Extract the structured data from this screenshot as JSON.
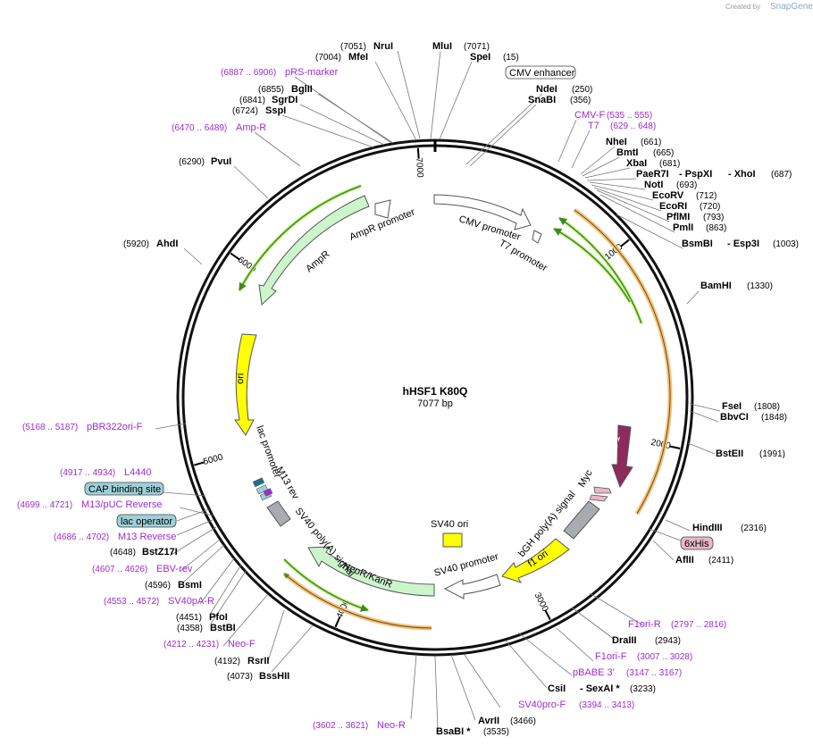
{
  "title": "hHSF1 K80Q",
  "length_label": "7077 bp",
  "watermark": {
    "prefix": "Created by",
    "brand": "SnapGene"
  },
  "ticks": [
    {
      "pos": 1000,
      "label": "1000"
    },
    {
      "pos": 2000,
      "label": "2000"
    },
    {
      "pos": 3000,
      "label": "3000"
    },
    {
      "pos": 4000,
      "label": "4000"
    },
    {
      "pos": 5000,
      "label": "5000"
    },
    {
      "pos": 6000,
      "label": "6000"
    },
    {
      "pos": 7000,
      "label": "7000"
    }
  ],
  "sites": [
    {
      "name": "NruI",
      "pos": "(7051)"
    },
    {
      "name": "MluI",
      "pos": "(7071)"
    },
    {
      "name": "MfeI",
      "pos": "(7004)"
    },
    {
      "name": "SpeI",
      "pos": "(15)"
    },
    {
      "name": "BglII",
      "pos": "(6855)"
    },
    {
      "name": "SgrDI",
      "pos": "(6841)"
    },
    {
      "name": "SspI",
      "pos": "(6724)"
    },
    {
      "name": "NdeI",
      "pos": "(250)"
    },
    {
      "name": "SnaBI",
      "pos": "(356)"
    },
    {
      "name": "PvuI",
      "pos": "(6290)"
    },
    {
      "name": "NheI",
      "pos": "(661)"
    },
    {
      "name": "BmtI",
      "pos": "(665)"
    },
    {
      "name": "XbaI",
      "pos": "(681)"
    },
    {
      "name": "PaeR7I",
      "pos": ""
    },
    {
      "name": "- PspXI",
      "pos": ""
    },
    {
      "name": "- XhoI",
      "pos": "(687)"
    },
    {
      "name": "NotI",
      "pos": "(693)"
    },
    {
      "name": "EcoRV",
      "pos": "(712)"
    },
    {
      "name": "EcoRI",
      "pos": "(720)"
    },
    {
      "name": "PflMI",
      "pos": "(793)"
    },
    {
      "name": "PmlI",
      "pos": "(863)"
    },
    {
      "name": "BsmBI",
      "pos": ""
    },
    {
      "name": "- Esp3I",
      "pos": "(1003)"
    },
    {
      "name": "AhdI",
      "pos": "(5920)"
    },
    {
      "name": "BamHI",
      "pos": "(1330)"
    },
    {
      "name": "FseI",
      "pos": "(1808)"
    },
    {
      "name": "BbvCI",
      "pos": "(1848)"
    },
    {
      "name": "BstEII",
      "pos": "(1991)"
    },
    {
      "name": "HindIII",
      "pos": "(2316)"
    },
    {
      "name": "AflII",
      "pos": "(2411)"
    },
    {
      "name": "BstZ17I",
      "pos": "(4648)"
    },
    {
      "name": "BsmI",
      "pos": "(4596)"
    },
    {
      "name": "PfoI",
      "pos": "(4451)"
    },
    {
      "name": "BstBI",
      "pos": "(4358)"
    },
    {
      "name": "RsrII",
      "pos": "(4192)"
    },
    {
      "name": "BssHII",
      "pos": "(4073)"
    },
    {
      "name": "DraIII",
      "pos": "(2943)"
    },
    {
      "name": "CsiI",
      "pos": ""
    },
    {
      "name": "- SexAI *",
      "pos": "(3233)"
    },
    {
      "name": "AvrII",
      "pos": "(3466)"
    },
    {
      "name": "BsaBI *",
      "pos": "(3535)"
    }
  ],
  "primers": [
    {
      "name": "pRS-marker",
      "range": "(6887 .. 6906)"
    },
    {
      "name": "Amp-R",
      "range": "(6470 .. 6489)"
    },
    {
      "name": "CMV-F",
      "range": "(535 .. 555)"
    },
    {
      "name": "T7",
      "range": "(629 .. 648)"
    },
    {
      "name": "pBR322ori-F",
      "range": "(5168 .. 5187)"
    },
    {
      "name": "L4440",
      "range": "(4917 .. 4934)"
    },
    {
      "name": "M13/pUC Reverse",
      "range": "(4699 .. 4721)"
    },
    {
      "name": "M13 Reverse",
      "range": "(4686 .. 4702)"
    },
    {
      "name": "EBV-rev",
      "range": "(4607 .. 4626)"
    },
    {
      "name": "SV40pA-R",
      "range": "(4553 .. 4572)"
    },
    {
      "name": "Neo-F",
      "range": "(4212 .. 4231)"
    },
    {
      "name": "F1ori-R",
      "range": "(2797 .. 2816)"
    },
    {
      "name": "F1ori-F",
      "range": "(3007 .. 3028)"
    },
    {
      "name": "pBABE 3'",
      "range": "(3147 .. 3167)"
    },
    {
      "name": "SV40pro-F",
      "range": "(3394 .. 3413)"
    },
    {
      "name": "Neo-R",
      "range": "(3602 .. 3621)"
    }
  ],
  "boxed_labels": [
    {
      "name": "CMV enhancer"
    },
    {
      "name": "CAP binding site"
    },
    {
      "name": "lac operator"
    },
    {
      "name": "6xHis"
    }
  ],
  "features": {
    "cmv_promoter": "CMV promoter",
    "t7_promoter": "T7 promoter",
    "ampr_promoter": "AmpR promoter",
    "ampr": "AmpR",
    "ori": "ori",
    "hsf1": "HSF1",
    "myc": "Myc",
    "bgh": "bGH poly(A) signal",
    "f1ori": "f1 ori",
    "sv40_promoter": "SV40 promoter",
    "sv40_ori": "SV40 ori",
    "neor": "NeoR/KanR",
    "sv40_polya": "SV40 poly(A) signal",
    "m13rev": "M13 rev",
    "lac_promoter": "lac promoter"
  },
  "colors": {
    "primer": "#9d2bd1",
    "ampr_fill": "#ccf5cc",
    "ori_fill": "#ffff00",
    "hsf1_fill": "#8e2b5b",
    "grey_fill": "#a8abb0",
    "orf_orange": "#f3c27a",
    "orf_green": "#3c8c1c",
    "cap_fill": "#9fd0da",
    "his_fill": "#e8b7c6"
  }
}
